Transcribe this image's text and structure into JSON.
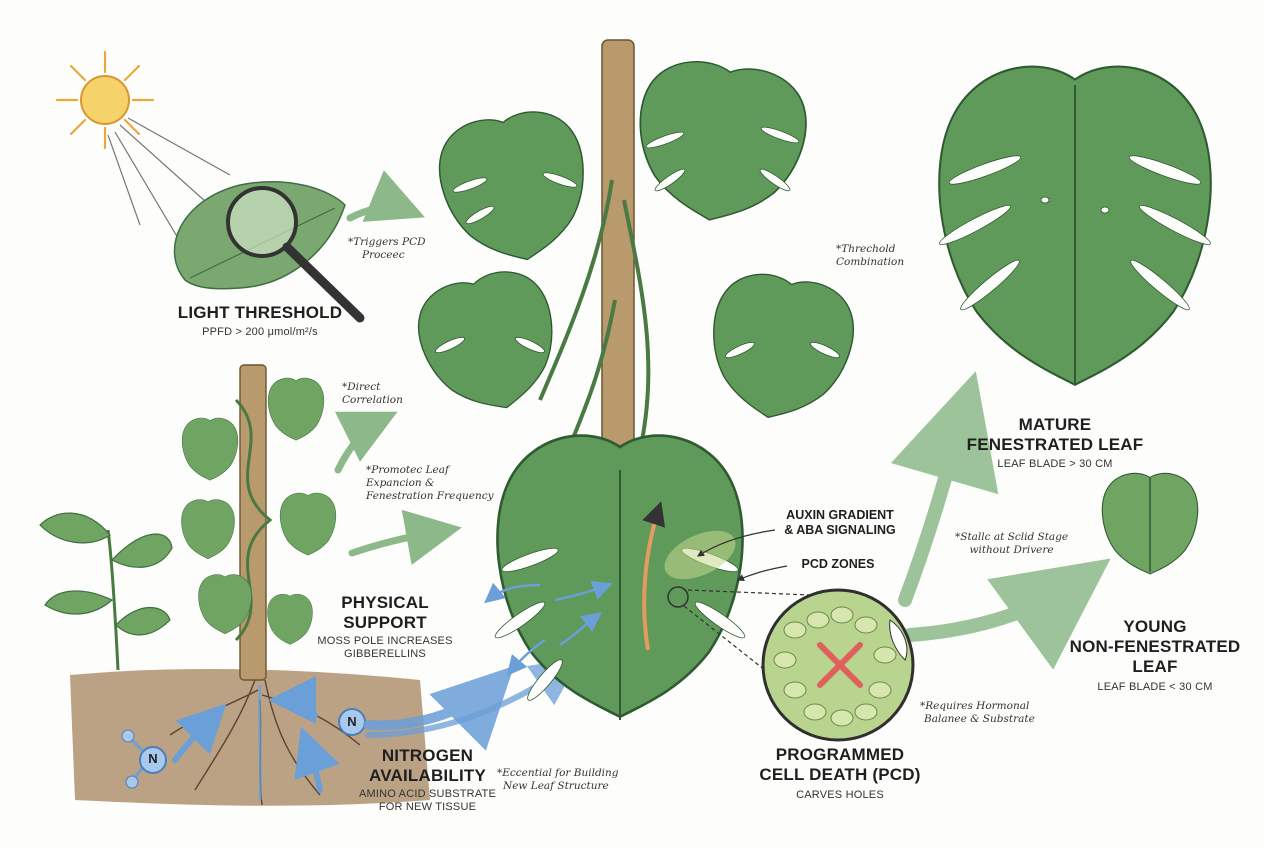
{
  "light": {
    "title": "LIGHT THRESHOLD",
    "sub": "PPFD > 200 μmol/m²/s"
  },
  "support": {
    "title_1": "PHYSICAL",
    "title_2": "SUPPORT",
    "sub_1": "MOSS POLE INCREASES",
    "sub_2": "GIBBERELLINS"
  },
  "nitrogen": {
    "title_1": "NITROGEN",
    "title_2": "AVAILABILITY",
    "sub_1": "AMINO ACID SUBSTRATE",
    "sub_2": "FOR NEW TISSUE",
    "symbol": "N"
  },
  "auxin": {
    "line_1": "AUXIN GRADIENT",
    "line_2": "& ABA SIGNALING"
  },
  "pcd_zones": "PCD ZONES",
  "pcd": {
    "title_1": "PROGRAMMED",
    "title_2": "CELL DEATH (PCD)",
    "sub": "CARVES HOLES"
  },
  "mature": {
    "title_1": "MATURE",
    "title_2": "FENESTRATED LEAF",
    "sub": "LEAF BLADE > 30 CM"
  },
  "young": {
    "title_1": "YOUNG",
    "title_2": "NON-FENESTRATED",
    "title_3": "LEAF",
    "sub": "LEAF BLADE < 30 CM"
  },
  "notes": {
    "triggers_1": "*Triggers PCD",
    "triggers_2": "Proceec",
    "threshold_1": "*Threchold",
    "threshold_2": "Combination",
    "direct_1": "*Direct",
    "direct_2": "Correlation",
    "promotes_1": "*Promotec Leaf",
    "promotes_2": "Expancion &",
    "promotes_3": "Fenestration Frequency",
    "stalls_1": "*Stallc at Sclid Stage",
    "stalls_2": "without Drivere",
    "requires_1": "*Requires Hormonal",
    "requires_2": "Balanee & Substrate",
    "essential_1": "*Eccential for Building",
    "essential_2": "New Leaf Structure"
  },
  "colors": {
    "leaf": "#5f9a5a",
    "leaf_dark": "#3f6f40",
    "arrow_green": "#8db98a",
    "arrow_blue": "#6a9fd8",
    "pole": "#b89a6c",
    "sun": "#f4c84a",
    "soil": "#8a6a4a",
    "pcd_x": "#e06060"
  }
}
